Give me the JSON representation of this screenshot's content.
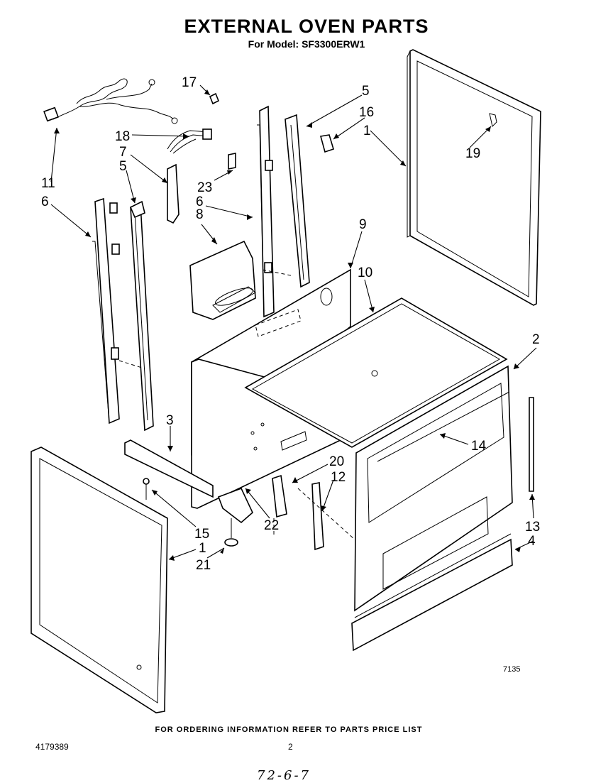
{
  "header": {
    "title": "EXTERNAL OVEN PARTS",
    "subtitle": "For Model: SF3300ERW1"
  },
  "callouts": {
    "c17": "17",
    "c5a": "5",
    "c16": "16",
    "c1a": "1",
    "c18": "18",
    "c7": "7",
    "c5b": "5",
    "c19": "19",
    "c23": "23",
    "c11": "11",
    "c6a": "6",
    "c6b": "6",
    "c8": "8",
    "c9": "9",
    "c10": "10",
    "c2": "2",
    "c3": "3",
    "c14": "14",
    "c20": "20",
    "c12": "12",
    "c22": "22",
    "c15": "15",
    "c13": "13",
    "c1b": "1",
    "c4": "4",
    "c21": "21"
  },
  "figure_code": "7135",
  "footer": {
    "note": "FOR ORDERING INFORMATION REFER TO PARTS PRICE LIST",
    "doc_number": "4179389",
    "page": "2",
    "handwritten": "72-6-7"
  }
}
